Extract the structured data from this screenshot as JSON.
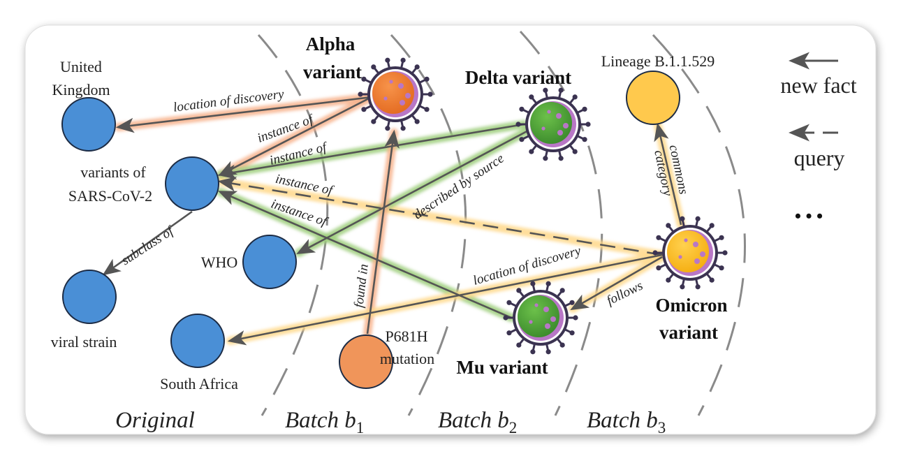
{
  "nodes": {
    "united_kingdom": [
      "United",
      "Kingdom"
    ],
    "variants_sars": [
      "variants of",
      "SARS-CoV-2"
    ],
    "viral_strain": "viral strain",
    "who": "WHO",
    "south_africa": "South Africa",
    "alpha": [
      "Alpha",
      "variant"
    ],
    "delta": "Delta variant",
    "mu": "Mu variant",
    "omicron": [
      "Omicron",
      "variant"
    ],
    "lineage": "Lineage B.1.1.529",
    "p681h": [
      "P681H",
      "mutation"
    ]
  },
  "edges": {
    "alpha_uk": "location of discovery",
    "alpha_inst": "instance of",
    "delta_inst": "instance of",
    "omicron_inst": "instance of",
    "mu_inst": "instance of",
    "subclass": "subclass of",
    "described": "described by source",
    "found_in": "found in",
    "omicron_sa": "location of discovery",
    "follows": "follows",
    "commons1": "commons",
    "commons2": "category"
  },
  "batches": {
    "original": "Original",
    "b_prefix": "Batch b",
    "b1": "1",
    "b2": "2",
    "b3": "3"
  },
  "legend": {
    "new_fact": "new fact",
    "query": "query",
    "ellipsis": "• • •"
  },
  "colors": {
    "blue_node": "#4a8fd6",
    "orange_node": "#f0955a",
    "yellow_node": "#ffc94d",
    "green_virus": "#4e9a3a",
    "orange_virus": "#ef7b33",
    "yellow_virus": "#ffbf1f",
    "virus_rim": "#3b3351",
    "virus_ring": "#b877c6"
  }
}
